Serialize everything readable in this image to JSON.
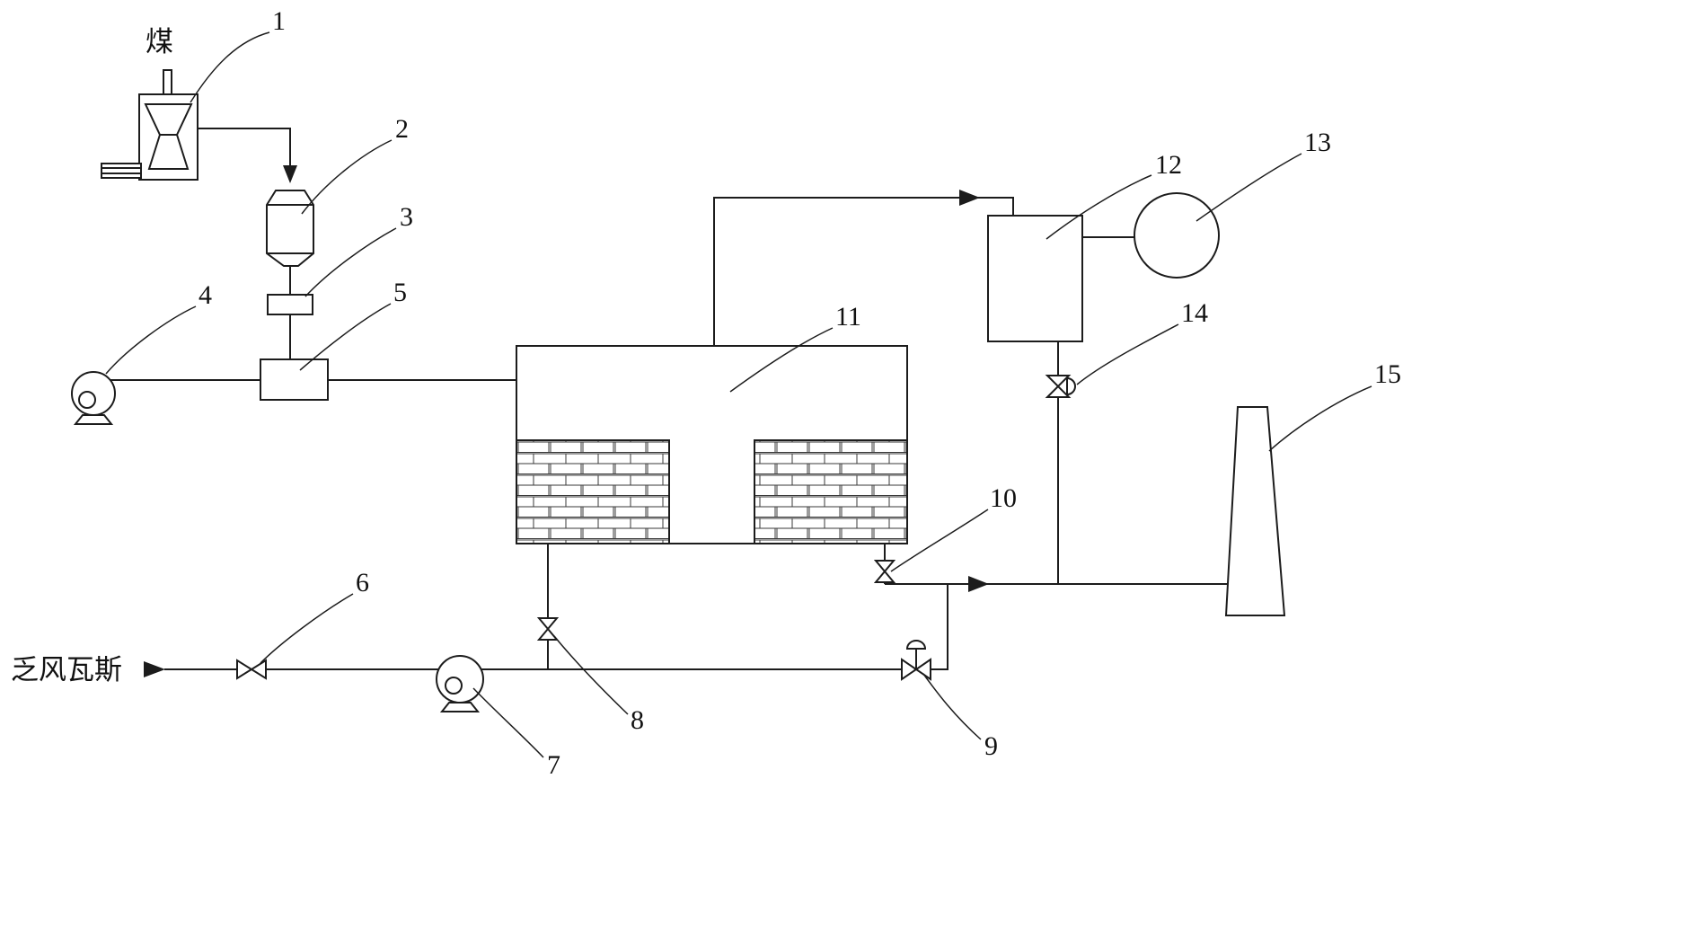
{
  "diagram": {
    "kind": "patent-process-flow-schematic",
    "background": "#ffffff",
    "line_color": "#1c1c1c",
    "labels": {
      "coal": "煤",
      "vam_inlet": "乏风瓦斯"
    },
    "callouts": [
      {
        "number": "1",
        "component": "coal-feeder-crusher"
      },
      {
        "number": "2",
        "component": "coal-hopper"
      },
      {
        "number": "3",
        "component": "feeder"
      },
      {
        "number": "4",
        "component": "air-blower"
      },
      {
        "number": "5",
        "component": "mixing-box"
      },
      {
        "number": "6",
        "component": "inlet-valve"
      },
      {
        "number": "7",
        "component": "vam-fan"
      },
      {
        "number": "8",
        "component": "furnace-inlet-valve"
      },
      {
        "number": "9",
        "component": "bypass-valve"
      },
      {
        "number": "10",
        "component": "furnace-outlet-valve"
      },
      {
        "number": "11",
        "component": "oxidation-furnace"
      },
      {
        "number": "12",
        "component": "heat-recovery-unit"
      },
      {
        "number": "13",
        "component": "drum"
      },
      {
        "number": "14",
        "component": "control-valve"
      },
      {
        "number": "15",
        "component": "chimney"
      }
    ]
  }
}
